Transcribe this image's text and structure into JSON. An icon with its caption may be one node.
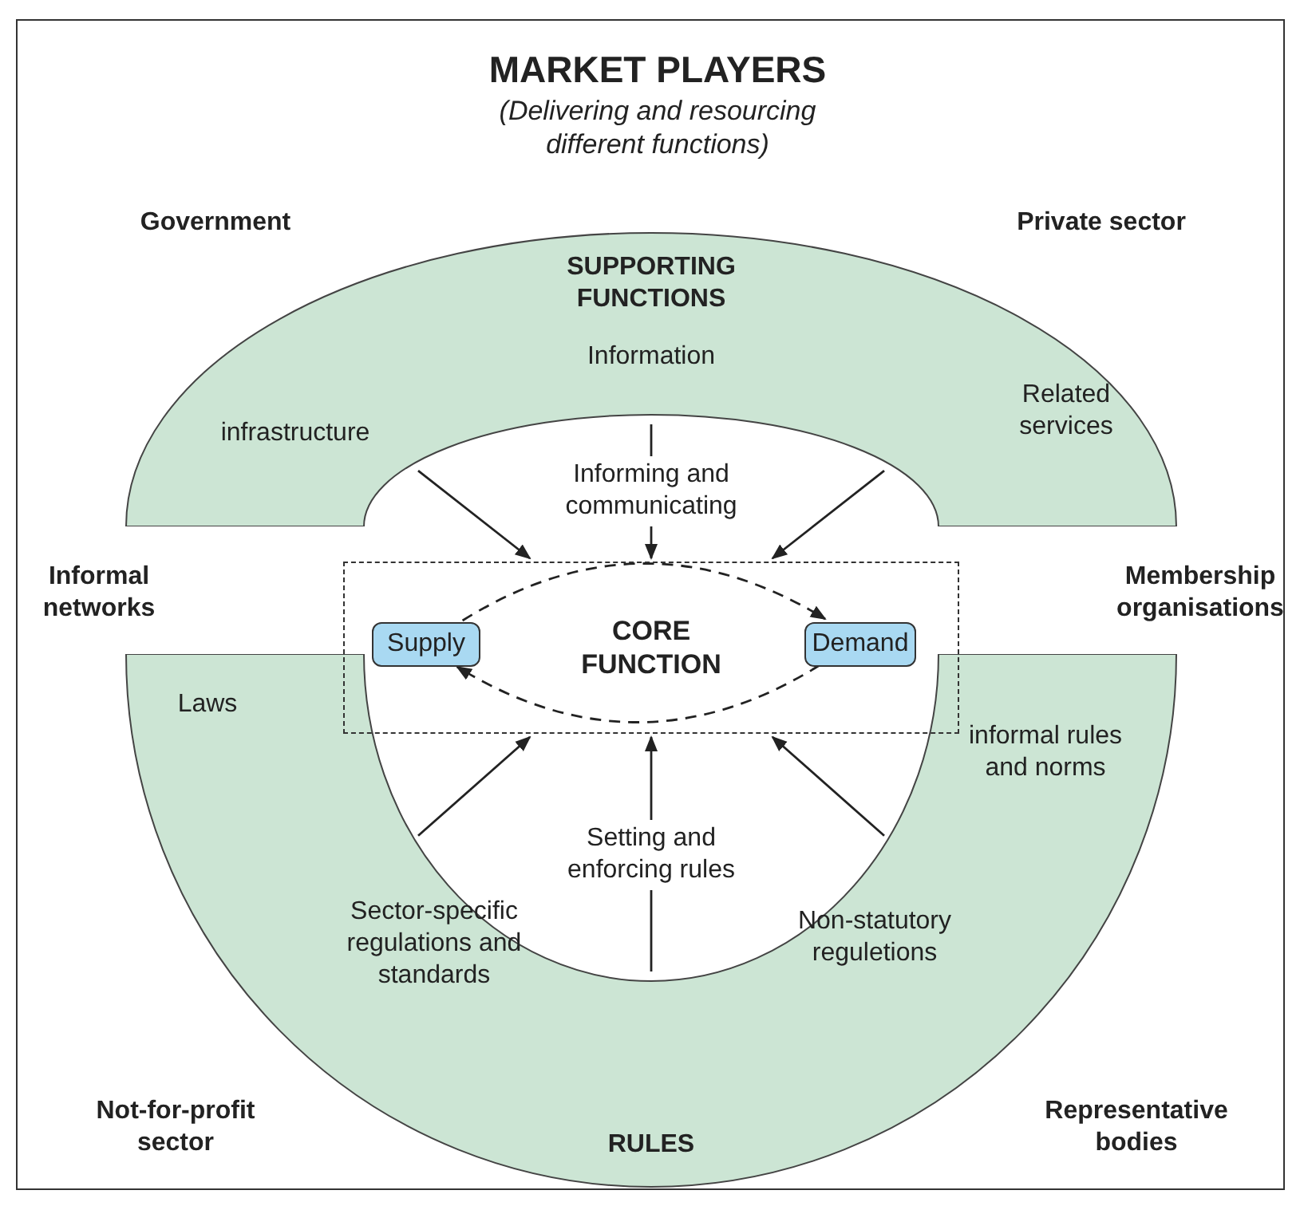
{
  "diagram": {
    "title": "MARKET PLAYERS",
    "nodes": [
      {
        "text": [
          "SUPPORTING FUNCTIONS",
          "Information",
          "infrastructure",
          "Related services"
        ]
      },
      {
        "text": [
          "Laws",
          "informal rules and norms",
          "Sector-specific regulations and standards",
          "Non-statutory reguletions",
          "RULES"
        ]
      },
      {
        "text": [
          "CORE FUNCTION"
        ]
      },
      {
        "text": [
          "Supply"
        ],
        "in": 2
      },
      {
        "text": [
          "Demand"
        ],
        "in": 2
      }
    ],
    "edges": [
      {
        "from": 0,
        "to": 2,
        "arrow": "to"
      },
      {
        "from": 0,
        "to": 2,
        "arrow": "to",
        "label": "Informing and communicating"
      },
      {
        "from": 0,
        "to": 2,
        "arrow": "to"
      },
      {
        "from": 1,
        "to": 2,
        "arrow": "to"
      },
      {
        "from": 1,
        "to": 2,
        "arrow": "to",
        "label": "Setting and enforcing rules"
      },
      {
        "from": 1,
        "to": 2,
        "arrow": "to"
      },
      {
        "from": 3,
        "to": 4,
        "arrow": "to",
        "style": "dashed"
      },
      {
        "from": 4,
        "to": 3,
        "arrow": "to",
        "style": "dashed"
      }
    ],
    "labels": [
      "(Delivering and resourcing different functions)",
      "Government",
      "Private sector",
      "Informal networks",
      "Membership organisations",
      "Not-for-profit sector",
      "Representative bodies"
    ]
  }
}
